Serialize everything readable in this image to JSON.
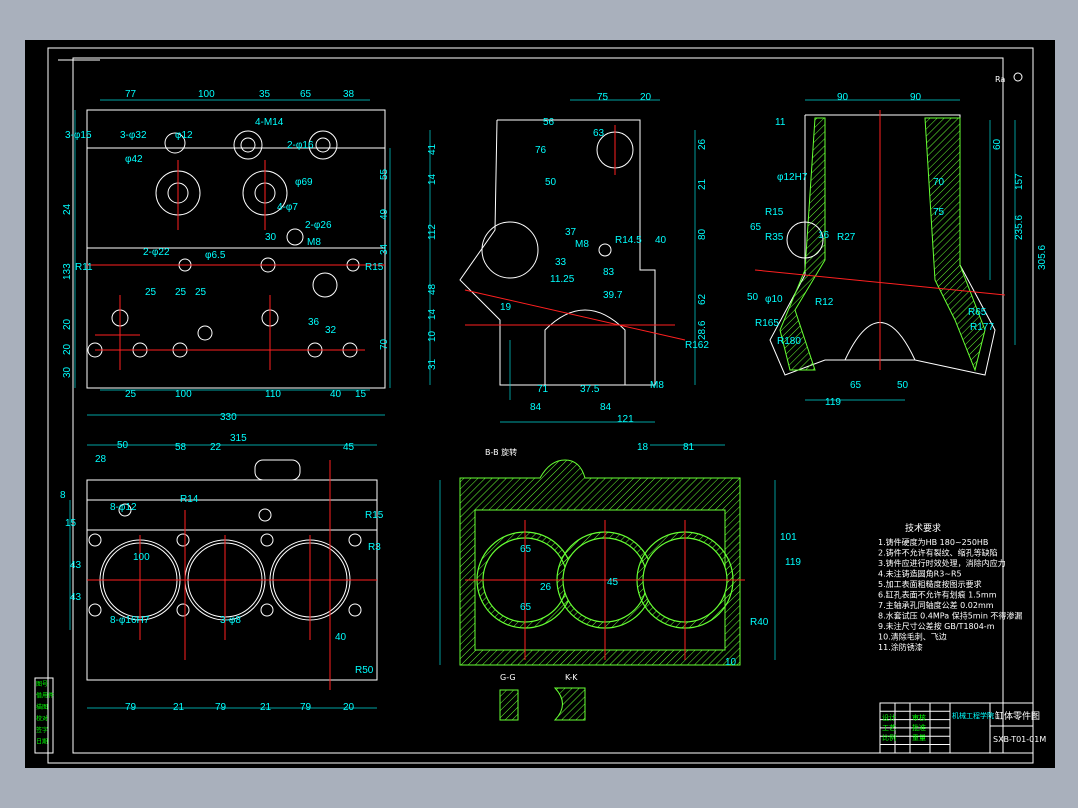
{
  "front_view": {
    "top_dims": [
      "77",
      "100",
      "35",
      "65",
      "38"
    ],
    "bottom_dims": [
      "25",
      "100",
      "110",
      "40",
      "15"
    ],
    "overall_width": "330",
    "left_dims": [
      "24",
      "133",
      "20",
      "20",
      "30"
    ],
    "right_dims": [
      "55",
      "49",
      "34",
      "70"
    ],
    "callouts": [
      "3-φ15",
      "3-φ32",
      "φ42",
      "φ12",
      "4-M14",
      "2-φ16",
      "φ69",
      "4-φ7",
      "2-φ26",
      "M8",
      "2-φ22",
      "φ6.5",
      "R11",
      "25",
      "25",
      "25",
      "30",
      "R15",
      "36",
      "32"
    ]
  },
  "side_view": {
    "top_dims": [
      "75",
      "20",
      "56",
      "63",
      "76",
      "50"
    ],
    "right_dims": [
      "26",
      "21",
      "80",
      "62",
      "28.6"
    ],
    "left_dims": [
      "41",
      "14",
      "112",
      "48",
      "14",
      "10",
      "31"
    ],
    "bottom_dims": [
      "71",
      "37.5",
      "84",
      "84",
      "121"
    ],
    "callouts": [
      "37",
      "33",
      "11.25",
      "M8",
      "R14.5",
      "40",
      "83",
      "39.7",
      "19",
      "R162",
      "M8"
    ]
  },
  "section_view": {
    "top_dims": [
      "90",
      "90"
    ],
    "callouts": [
      "11",
      "φ12H7",
      "R15",
      "R35",
      "16",
      "R27",
      "65",
      "50",
      "φ10",
      "R12",
      "R165",
      "R180",
      "R65",
      "R177",
      "70",
      "75"
    ],
    "right_dims": [
      "60",
      "157",
      "235.6",
      "305.6"
    ],
    "bottom_dims": [
      "65",
      "50",
      "119"
    ]
  },
  "bottom_view": {
    "top_dims": [
      "50",
      "28",
      "58",
      "22",
      "315",
      "45"
    ],
    "callouts": [
      "8-φ12",
      "R14",
      "R15",
      "8",
      "15",
      "43",
      "43",
      "100",
      "8-φ16H7",
      "3-φ8",
      "R3",
      "40",
      "R50"
    ],
    "bottom_dims": [
      "79",
      "21",
      "79",
      "21",
      "79",
      "20"
    ]
  },
  "section_bb": {
    "label": "B-B 旋转",
    "top_dims": [
      "18",
      "81"
    ],
    "callouts": [
      "65",
      "26",
      "45",
      "65",
      "101",
      "119",
      "R40",
      "10"
    ]
  },
  "detail_views": {
    "g_label": "G-G",
    "k_label": "K-K"
  },
  "tech_notes": {
    "title": "技术要求",
    "lines": [
      "1.铸件硬度为HB 180~250HB",
      "2.铸件不允许有裂纹、缩孔等缺陷",
      "3.铸件应进行时效处理，消除内应力",
      "4.未注铸造圆角R3~R5",
      "5.加工表面粗糙度按图示要求",
      "6.缸孔表面不允许有划痕 1.5mm",
      "7.主轴承孔同轴度公差 0.02mm",
      "8.水套试压 0.4MPa 保持5min 不得渗漏",
      "9.未注尺寸公差按 GB/T1804-m",
      "10.清除毛刺、飞边",
      "11.涂防锈漆"
    ]
  },
  "title_block": {
    "drawing_name": "缸体零件图",
    "drawing_code": "SXB-T01-01M",
    "school": "机械工程学院",
    "cells": [
      "设计",
      "审核",
      "工艺",
      "批准",
      "比例",
      "重量"
    ]
  },
  "side_strip": [
    "图号",
    "借用件",
    "描图",
    "校对",
    "签字",
    "日期"
  ],
  "corner_mark": "Ra"
}
